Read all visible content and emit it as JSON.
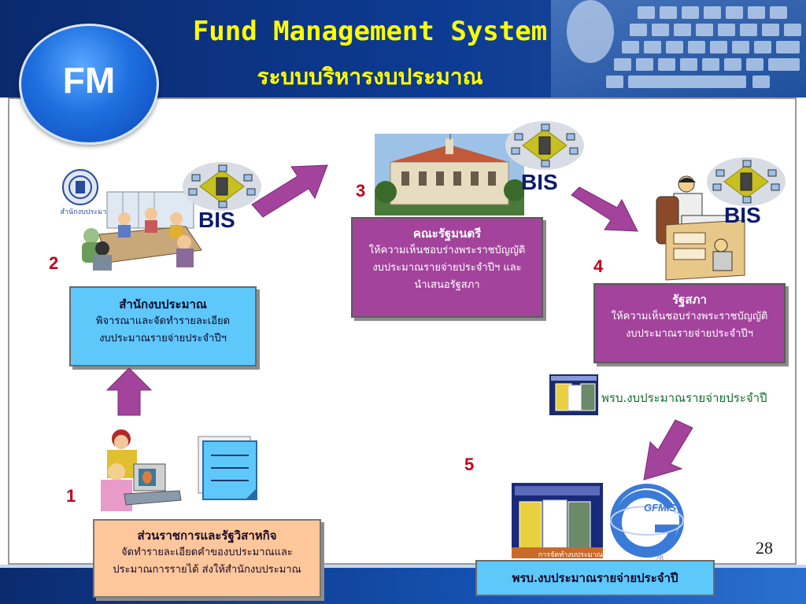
{
  "header": {
    "badge": "FM",
    "title_en": "Fund Management System",
    "title_th": "ระบบบริหารงบประมาณ"
  },
  "steps": [
    {
      "num": "1",
      "title": "ส่วนราชการและรัฐวิสาหกิจ",
      "lines": [
        "จัดทำรายละเอียดคำของบประมาณและ",
        "ประมาณการรายได้ ส่งให้สำนักงบประมาณ"
      ]
    },
    {
      "num": "2",
      "title": "สำนักงบประมาณ",
      "lines": [
        "พิจารณาและจัดทำรายละเอียด",
        "งบประมาณรายจ่ายประจำปีฯ"
      ]
    },
    {
      "num": "3",
      "title": "คณะรัฐมนตรี",
      "lines": [
        "ให้ความเห็นชอบร่างพระราชบัญญัติ",
        "งบประมาณรายจ่ายประจำปีฯ และ",
        "นำเสนอรัฐสภา"
      ]
    },
    {
      "num": "4",
      "title": "รัฐสภา",
      "lines": [
        "ให้ความเห็นชอบร่างพระราชบัญญัติ",
        "งบประมาณรายจ่ายประจำปีฯ"
      ]
    },
    {
      "num": "5",
      "title": "พรบ.งบประมาณรายจ่ายประจำปี"
    }
  ],
  "bis_label": "BIS",
  "office_seal_text": "สำนักงบประมาณ",
  "act_caption": "พรบ.งบประมาณรายจ่ายประจำปี",
  "gfmis_logo": "GFMIS",
  "book_caption": "การจัดทำงบประมาณ",
  "small_page_num": "28",
  "page_number": "28",
  "colors": {
    "header_bg": "#0d3b93",
    "title": "#ffff00",
    "arrow": "#a3439c",
    "blue_box": "#5ec8fb",
    "purple_box": "#a3439c",
    "peach_box": "#fdc79b",
    "step_number": "#c0001a"
  }
}
